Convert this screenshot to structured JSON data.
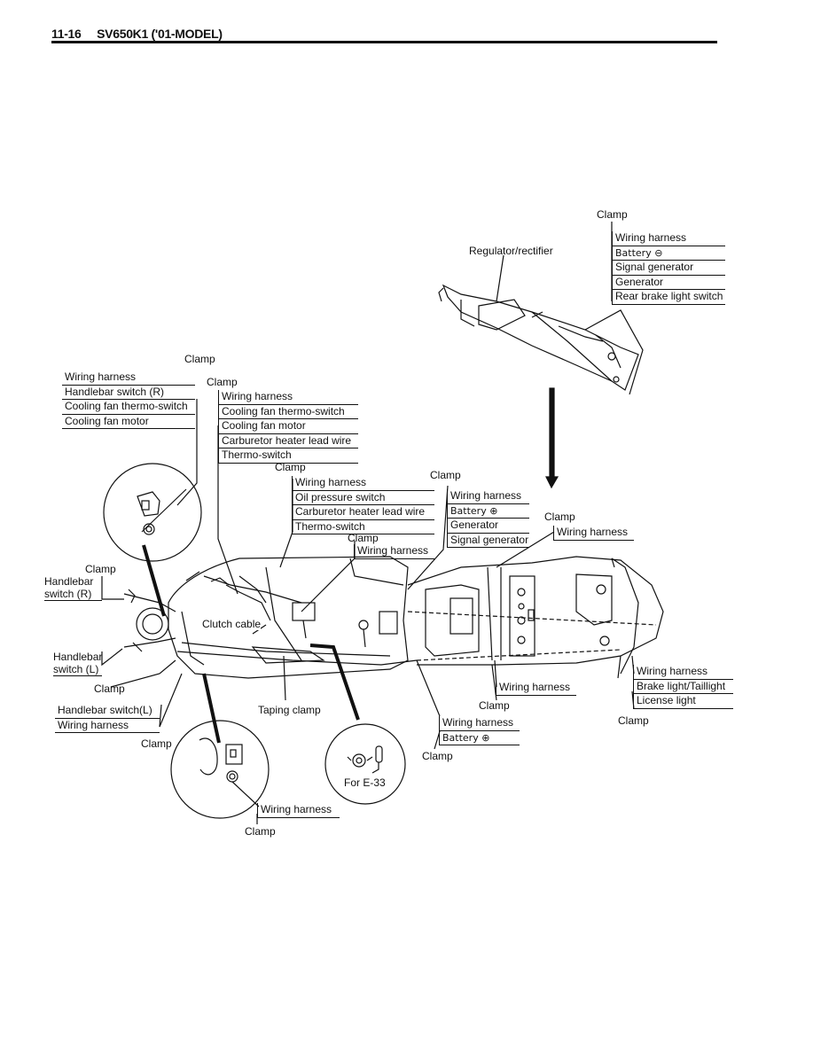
{
  "header": {
    "page_number": "11-16",
    "model": "SV650K1 ('01-MODEL)"
  },
  "labels": {
    "clamp": "Clamp",
    "regulator_rectifier": "Regulator/rectifier",
    "clutch_cable": "Clutch cable",
    "taping_clamp": "Taping clamp",
    "handlebar": "Handlebar",
    "switch_r": "switch (R)",
    "switch_l": "switch (L)",
    "for_e33": "For E-33"
  },
  "groups": {
    "top_right": [
      "Wiring harness",
      "Battery ⊖",
      "Signal generator",
      "Generator",
      "Rear brake light switch"
    ],
    "left_1": [
      "Wiring harness",
      "Handlebar switch (R)",
      "Cooling fan thermo-switch",
      "Cooling fan motor"
    ],
    "left_2": [
      "Wiring harness",
      "Cooling fan thermo-switch",
      "Cooling fan motor",
      "Carburetor heater lead wire",
      "Thermo-switch"
    ],
    "mid_1": [
      "Wiring harness",
      "Oil pressure switch",
      "Carburetor heater lead wire",
      "Thermo-switch"
    ],
    "mid_2": [
      "Wiring harness",
      "Battery ⊕",
      "Generator",
      "Signal generator"
    ],
    "mid_3": [
      "Wiring harness"
    ],
    "mid_4": [
      "Wiring harness"
    ],
    "rear_right": [
      "Wiring harness",
      "Brake light/Taillight",
      "License light"
    ],
    "lower_center": [
      "Wiring harness"
    ],
    "lower_left": [
      "Handlebar switch(L)",
      "Wiring harness"
    ],
    "lower_battery": [
      "Wiring harness",
      "Battery ⊕"
    ],
    "bottom": [
      "Wiring harness"
    ]
  },
  "icons": [
    "frame-drawing",
    "detail-circle",
    "arrow-down"
  ]
}
